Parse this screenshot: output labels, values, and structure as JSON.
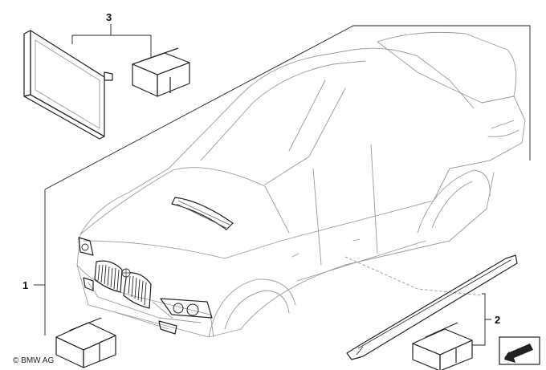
{
  "diagram": {
    "callouts": [
      {
        "number": "1"
      },
      {
        "number": "2"
      },
      {
        "number": "3"
      }
    ],
    "copyright": "© BMW AG"
  }
}
